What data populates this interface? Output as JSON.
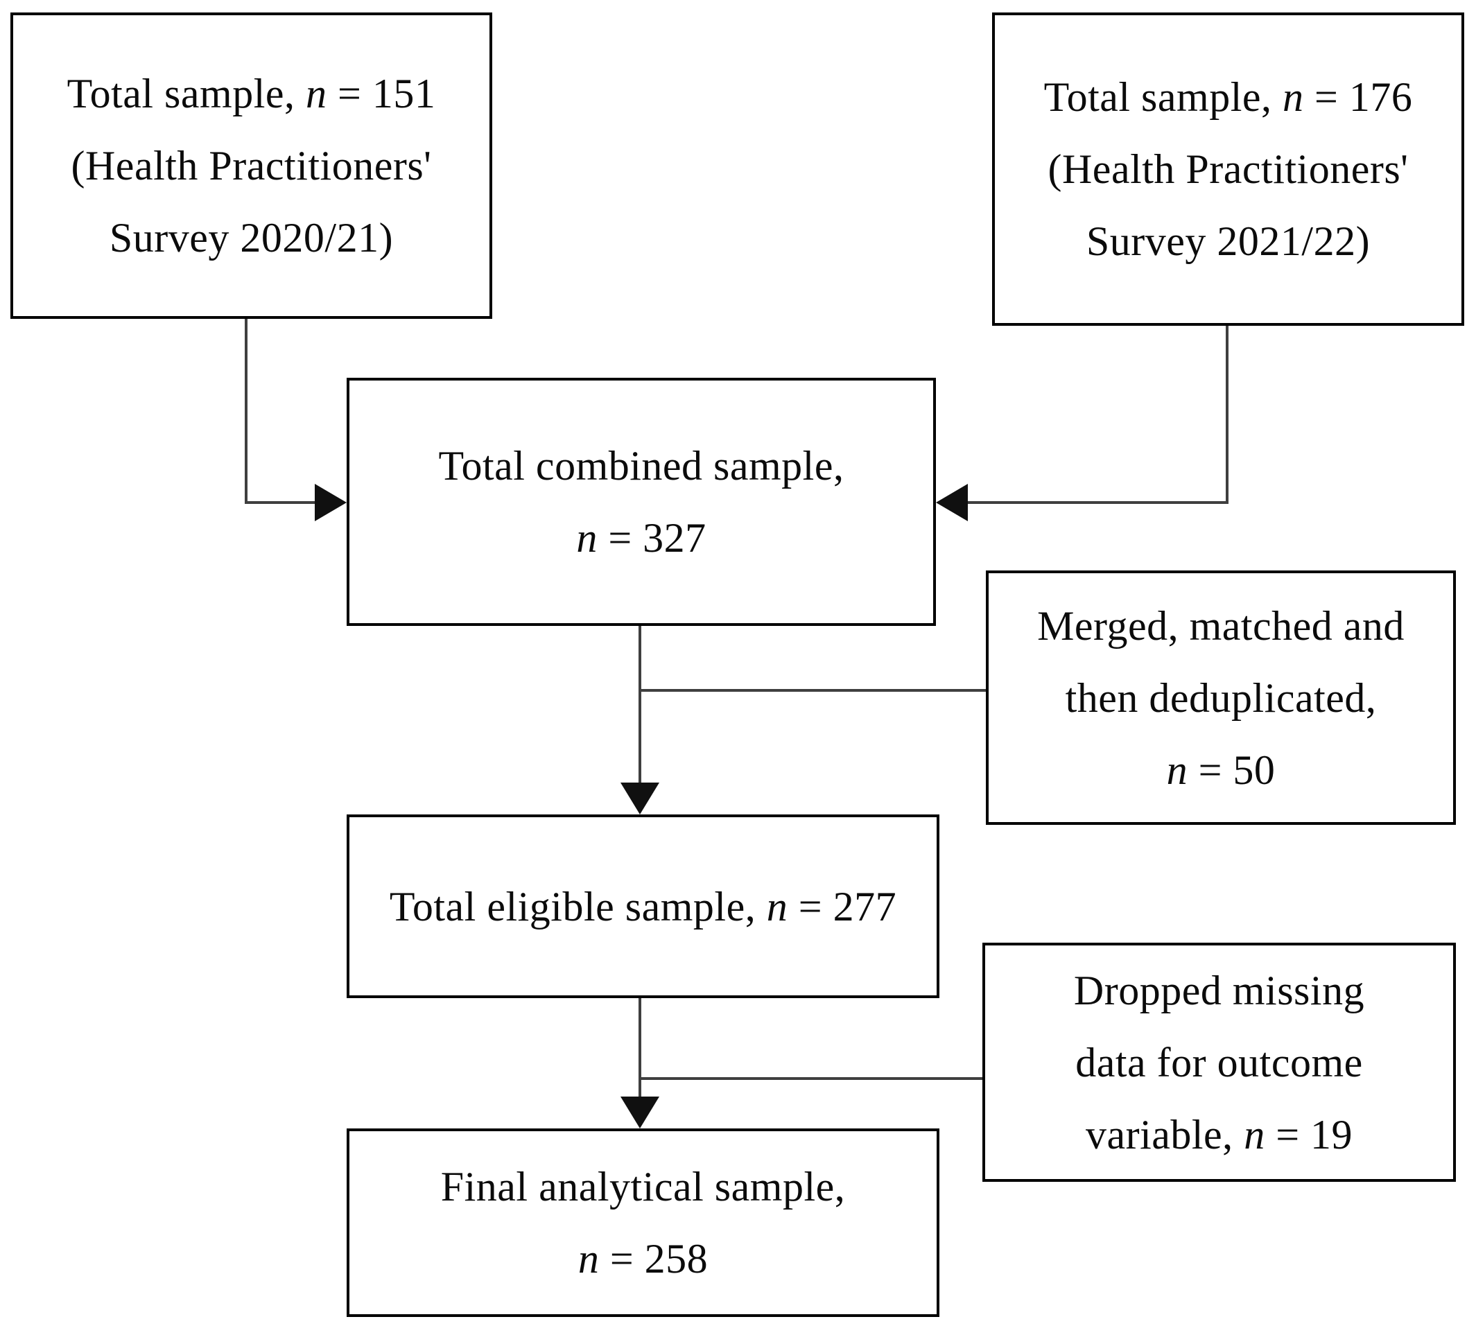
{
  "figure": {
    "type": "flowchart",
    "background_color": "#ffffff",
    "box_border_color": "#000000",
    "connector_color": "#3f3f3f",
    "arrowhead_color": "#101010"
  },
  "nodes": {
    "survey_2020": {
      "line1_pre": "Total sample, ",
      "n": "n",
      "line1_post": " = 151",
      "line2": "(Health Practitioners'",
      "line3": "Survey 2020/21)"
    },
    "survey_2021": {
      "line1_pre": "Total sample, ",
      "n": "n",
      "line1_post": " = 176",
      "line2": "(Health Practitioners'",
      "line3": "Survey 2021/22)"
    },
    "combined": {
      "line1": "Total combined sample,",
      "n": "n",
      "line2_post": " = 327"
    },
    "merged": {
      "line1": "Merged, matched and",
      "line2": "then deduplicated,",
      "n": "n",
      "line3_post": " = 50"
    },
    "eligible": {
      "line1_pre": "Total eligible sample, ",
      "n": "n",
      "line1_post": " = 277"
    },
    "dropped": {
      "line1": "Dropped missing",
      "line2": "data for outcome",
      "line3_pre": "variable, ",
      "n": "n",
      "line3_post": " = 19"
    },
    "final": {
      "line1": "Final analytical sample,",
      "n": "n",
      "line2_post": " = 258"
    }
  }
}
